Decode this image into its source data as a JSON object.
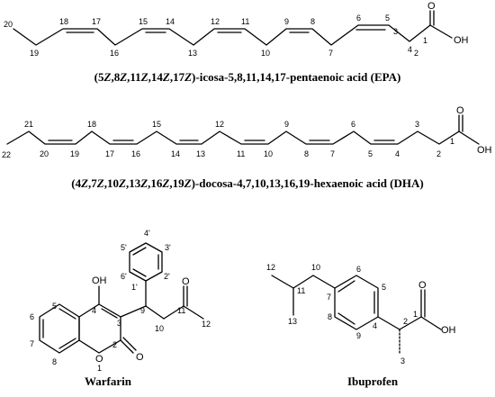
{
  "epa": {
    "caption_parts": [
      {
        "t": "(5",
        "i": false
      },
      {
        "t": "Z",
        "i": true
      },
      {
        "t": ",8",
        "i": false
      },
      {
        "t": "Z",
        "i": true
      },
      {
        "t": ",11",
        "i": false
      },
      {
        "t": "Z",
        "i": true
      },
      {
        "t": ",14",
        "i": false
      },
      {
        "t": "Z",
        "i": true
      },
      {
        "t": ",17",
        "i": false
      },
      {
        "t": "Z",
        "i": true
      },
      {
        "t": ")-icosa-5,8,11,14,17-pentaenoic acid (EPA)",
        "i": false
      }
    ],
    "numbers": [
      "20",
      "19",
      "18",
      "17",
      "16",
      "15",
      "14",
      "13",
      "12",
      "11",
      "10",
      "9",
      "8",
      "7",
      "6",
      "5",
      "4",
      "3",
      "2",
      "1"
    ],
    "o_label": "O",
    "oh_label": "OH"
  },
  "dha": {
    "caption_parts": [
      {
        "t": "(4",
        "i": false
      },
      {
        "t": "Z",
        "i": true
      },
      {
        "t": ",7",
        "i": false
      },
      {
        "t": "Z",
        "i": true
      },
      {
        "t": ",10",
        "i": false
      },
      {
        "t": "Z",
        "i": true
      },
      {
        "t": ",13",
        "i": false
      },
      {
        "t": "Z",
        "i": true
      },
      {
        "t": ",16",
        "i": false
      },
      {
        "t": "Z",
        "i": true
      },
      {
        "t": ",19",
        "i": false
      },
      {
        "t": "Z",
        "i": true
      },
      {
        "t": ")-docosa-4,7,10,13,16,19-hexaenoic acid (DHA)",
        "i": false
      }
    ],
    "numbers": [
      "22",
      "21",
      "20",
      "19",
      "18",
      "17",
      "16",
      "15",
      "14",
      "13",
      "12",
      "11",
      "10",
      "9",
      "8",
      "7",
      "6",
      "5",
      "4",
      "3",
      "2",
      "1"
    ],
    "o_label": "O",
    "oh_label": "OH"
  },
  "warfarin": {
    "caption": "Warfarin",
    "labels": {
      "oh": "OH",
      "o_ring": "O",
      "o_lactone": "O",
      "o_ketone": "O",
      "n1": "1",
      "n2": "2",
      "n3": "3",
      "n4": "4",
      "n5": "5",
      "n6": "6",
      "n7": "7",
      "n8": "8",
      "n9": "9",
      "n10": "10",
      "n11": "11",
      "n12": "12",
      "n1p": "1'",
      "n2p": "2'",
      "n3p": "3'",
      "n4p": "4'",
      "n5p": "5'",
      "n6p": "6'"
    }
  },
  "ibuprofen": {
    "caption": "Ibuprofen",
    "labels": {
      "o": "O",
      "oh": "OH",
      "n1": "1",
      "n2": "2",
      "n3": "3",
      "n4": "4",
      "n5": "5",
      "n6": "6",
      "n7": "7",
      "n8": "8",
      "n9": "9",
      "n10": "10",
      "n11": "11",
      "n12": "12",
      "n13": "13"
    }
  }
}
